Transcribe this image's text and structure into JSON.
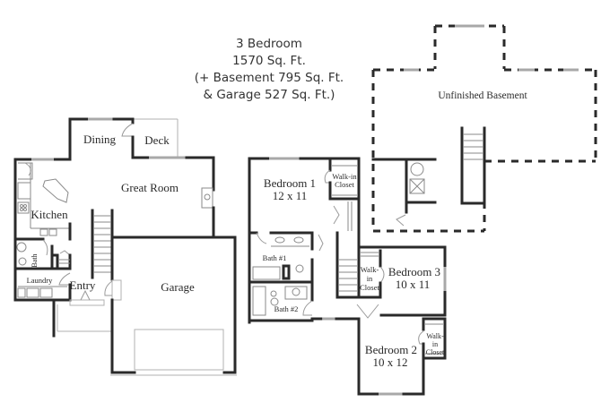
{
  "header": {
    "line1": "3 Bedroom",
    "line2": "1570 Sq. Ft.",
    "line3": "(+ Basement 795 Sq. Ft.",
    "line4": "& Garage 527 Sq. Ft.)"
  },
  "main_floor": {
    "rooms": {
      "dining": "Dining",
      "deck": "Deck",
      "great_room": "Great Room",
      "kitchen": "Kitchen",
      "bath": "Bath",
      "laundry": "Laundry",
      "entry": "Entry",
      "garage": "Garage"
    }
  },
  "upper_floor": {
    "rooms": {
      "bedroom1_name": "Bedroom 1",
      "bedroom1_size": "12 x 11",
      "walkin1_a": "Walk-in",
      "walkin1_b": "Closet",
      "bath1": "Bath #1",
      "bath2": "Bath #2",
      "walkin3_a": "Walk-",
      "walkin3_b": "in",
      "walkin3_c": "Closet",
      "bedroom3_name": "Bedroom 3",
      "bedroom3_size": "10 x 11",
      "bedroom2_name": "Bedroom 2",
      "bedroom2_size": "10 x 12",
      "walkin2_a": "Walk-",
      "walkin2_b": "in",
      "walkin2_c": "Closet"
    }
  },
  "basement": {
    "rooms": {
      "unfinished": "Unfinished Basement"
    }
  }
}
